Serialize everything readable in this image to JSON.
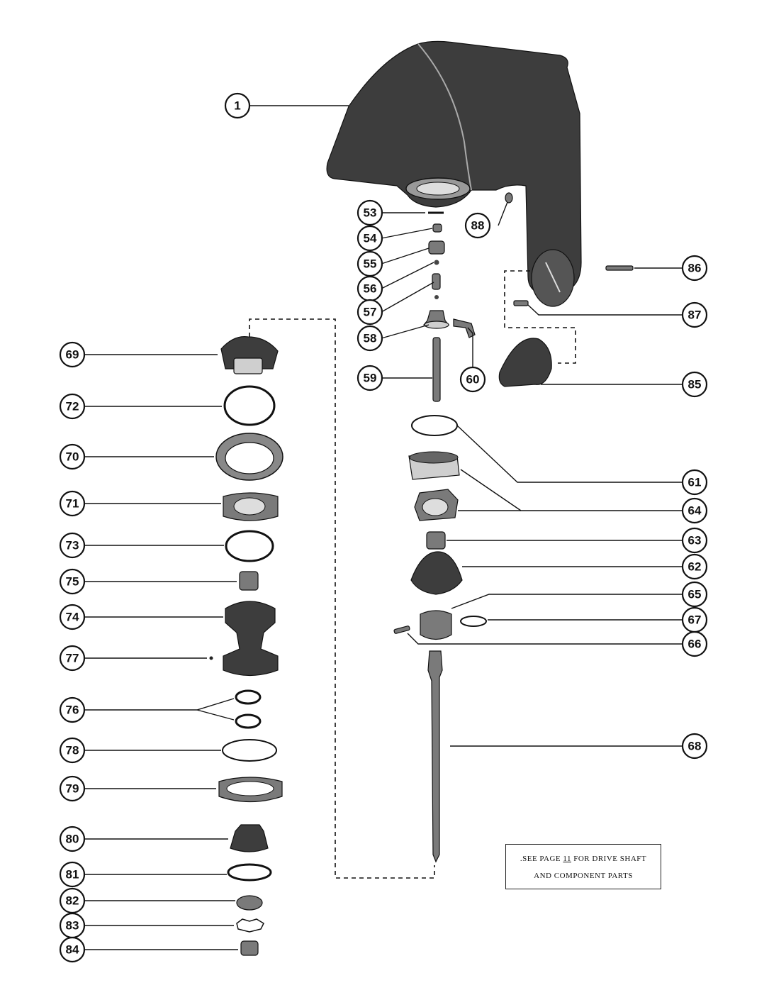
{
  "diagram": {
    "callouts": [
      {
        "id": "c1",
        "label": "1"
      },
      {
        "id": "c53",
        "label": "53"
      },
      {
        "id": "c54",
        "label": "54"
      },
      {
        "id": "c55",
        "label": "55"
      },
      {
        "id": "c56",
        "label": "56"
      },
      {
        "id": "c57",
        "label": "57"
      },
      {
        "id": "c58",
        "label": "58"
      },
      {
        "id": "c59",
        "label": "59"
      },
      {
        "id": "c60",
        "label": "60"
      },
      {
        "id": "c88",
        "label": "88"
      },
      {
        "id": "c86",
        "label": "86"
      },
      {
        "id": "c87",
        "label": "87"
      },
      {
        "id": "c85",
        "label": "85"
      },
      {
        "id": "c61",
        "label": "61"
      },
      {
        "id": "c64",
        "label": "64"
      },
      {
        "id": "c63",
        "label": "63"
      },
      {
        "id": "c62",
        "label": "62"
      },
      {
        "id": "c65",
        "label": "65"
      },
      {
        "id": "c67",
        "label": "67"
      },
      {
        "id": "c66",
        "label": "66"
      },
      {
        "id": "c68",
        "label": "68"
      },
      {
        "id": "c69",
        "label": "69"
      },
      {
        "id": "c72",
        "label": "72"
      },
      {
        "id": "c70",
        "label": "70"
      },
      {
        "id": "c71",
        "label": "71"
      },
      {
        "id": "c73",
        "label": "73"
      },
      {
        "id": "c75",
        "label": "75"
      },
      {
        "id": "c74",
        "label": "74"
      },
      {
        "id": "c77",
        "label": "77"
      },
      {
        "id": "c76",
        "label": "76"
      },
      {
        "id": "c78",
        "label": "78"
      },
      {
        "id": "c79",
        "label": "79"
      },
      {
        "id": "c80",
        "label": "80"
      },
      {
        "id": "c81",
        "label": "81"
      },
      {
        "id": "c82",
        "label": "82"
      },
      {
        "id": "c83",
        "label": "83"
      },
      {
        "id": "c84",
        "label": "84"
      }
    ],
    "note": {
      "prefix": ".SEE PAGE",
      "page": "11",
      "suffix": "FOR DRIVE SHAFT",
      "line2": "AND COMPONENT PARTS"
    }
  }
}
